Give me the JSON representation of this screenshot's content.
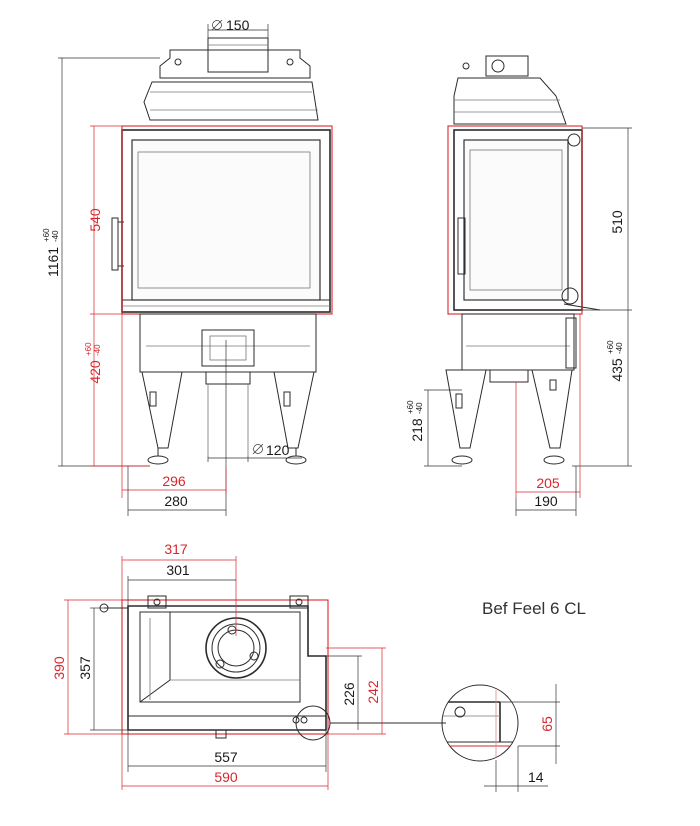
{
  "title": "Bef Feel 6 CL",
  "colors": {
    "line": "#2b2b2b",
    "accent_red": "#d9262c"
  },
  "front_view": {
    "flue_diameter": "150",
    "air_inlet_diameter": "120",
    "total_height": "1161",
    "total_height_tol_plus": "+60",
    "total_height_tol_minus": "-40",
    "door_height": "540",
    "base_height": "420",
    "base_height_tol_plus": "+60",
    "base_height_tol_minus": "-40",
    "width_red": "296",
    "width_black": "280"
  },
  "side_view": {
    "door_height": "510",
    "base_height": "435",
    "base_height_tol_plus": "+60",
    "base_height_tol_minus": "-40",
    "foot_height": "218",
    "foot_height_tol_plus": "+60",
    "foot_height_tol_minus": "-40",
    "depth_red": "205",
    "depth_black": "190"
  },
  "top_view": {
    "top_red": "317",
    "top_black": "301",
    "left_red": "390",
    "left_black": "357",
    "right_black": "226",
    "right_red": "242",
    "bottom_black": "557",
    "bottom_red": "590"
  },
  "detail_view": {
    "height": "65",
    "width": "14"
  }
}
